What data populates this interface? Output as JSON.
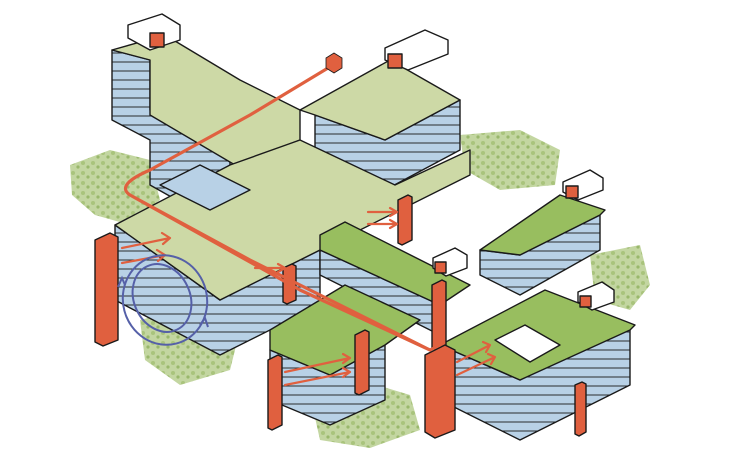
{
  "diagram": {
    "title": "",
    "colors": {
      "roof_light": "#cdd9a6",
      "roof_green": "#98be5f",
      "facade_blue": "#b8d1e6",
      "circulation_red": "#e0603f",
      "ventilation_blue": "#5560a8",
      "tree_green": "#a9c27a",
      "outline": "#1a1a1a"
    },
    "icons": [
      "red-circulation-line",
      "stair-core-tower",
      "airflow-arrow",
      "ventilation-loop",
      "tree-canopy"
    ]
  }
}
